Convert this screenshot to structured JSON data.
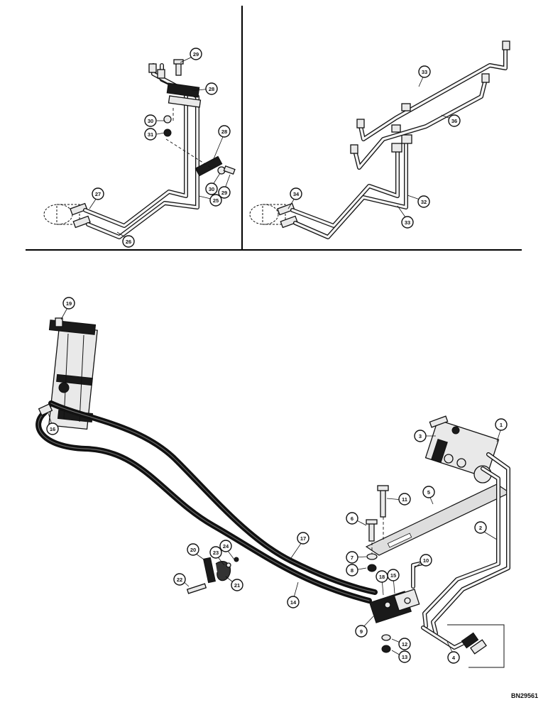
{
  "figure": {
    "reference_code": "BN29561"
  },
  "callouts": [
    {
      "id": "c1",
      "label": "1"
    },
    {
      "id": "c2",
      "label": "2"
    },
    {
      "id": "c3",
      "label": "3"
    },
    {
      "id": "c4",
      "label": "4"
    },
    {
      "id": "c5",
      "label": "5"
    },
    {
      "id": "c6",
      "label": "6"
    },
    {
      "id": "c7",
      "label": "7"
    },
    {
      "id": "c8",
      "label": "8"
    },
    {
      "id": "c9",
      "label": "9"
    },
    {
      "id": "c10",
      "label": "10"
    },
    {
      "id": "c11",
      "label": "11"
    },
    {
      "id": "c12",
      "label": "12"
    },
    {
      "id": "c13",
      "label": "13"
    },
    {
      "id": "c14",
      "label": "14"
    },
    {
      "id": "c15",
      "label": "15"
    },
    {
      "id": "c16",
      "label": "16"
    },
    {
      "id": "c17",
      "label": "17"
    },
    {
      "id": "c18",
      "label": "18"
    },
    {
      "id": "c19",
      "label": "19"
    },
    {
      "id": "c20",
      "label": "20"
    },
    {
      "id": "c21",
      "label": "21"
    },
    {
      "id": "c22",
      "label": "22"
    },
    {
      "id": "c23",
      "label": "23"
    },
    {
      "id": "c24",
      "label": "24"
    },
    {
      "id": "c25",
      "label": "25"
    },
    {
      "id": "c26",
      "label": "26"
    },
    {
      "id": "c27",
      "label": "27"
    },
    {
      "id": "c28a",
      "label": "28"
    },
    {
      "id": "c28b",
      "label": "28"
    },
    {
      "id": "c29a",
      "label": "29"
    },
    {
      "id": "c29b",
      "label": "29"
    },
    {
      "id": "c30a",
      "label": "30"
    },
    {
      "id": "c30b",
      "label": "30"
    },
    {
      "id": "c31",
      "label": "31"
    },
    {
      "id": "c32",
      "label": "32"
    },
    {
      "id": "c33a",
      "label": "33"
    },
    {
      "id": "c33b",
      "label": "33"
    },
    {
      "id": "c34",
      "label": "34"
    },
    {
      "id": "c36",
      "label": "36"
    }
  ]
}
